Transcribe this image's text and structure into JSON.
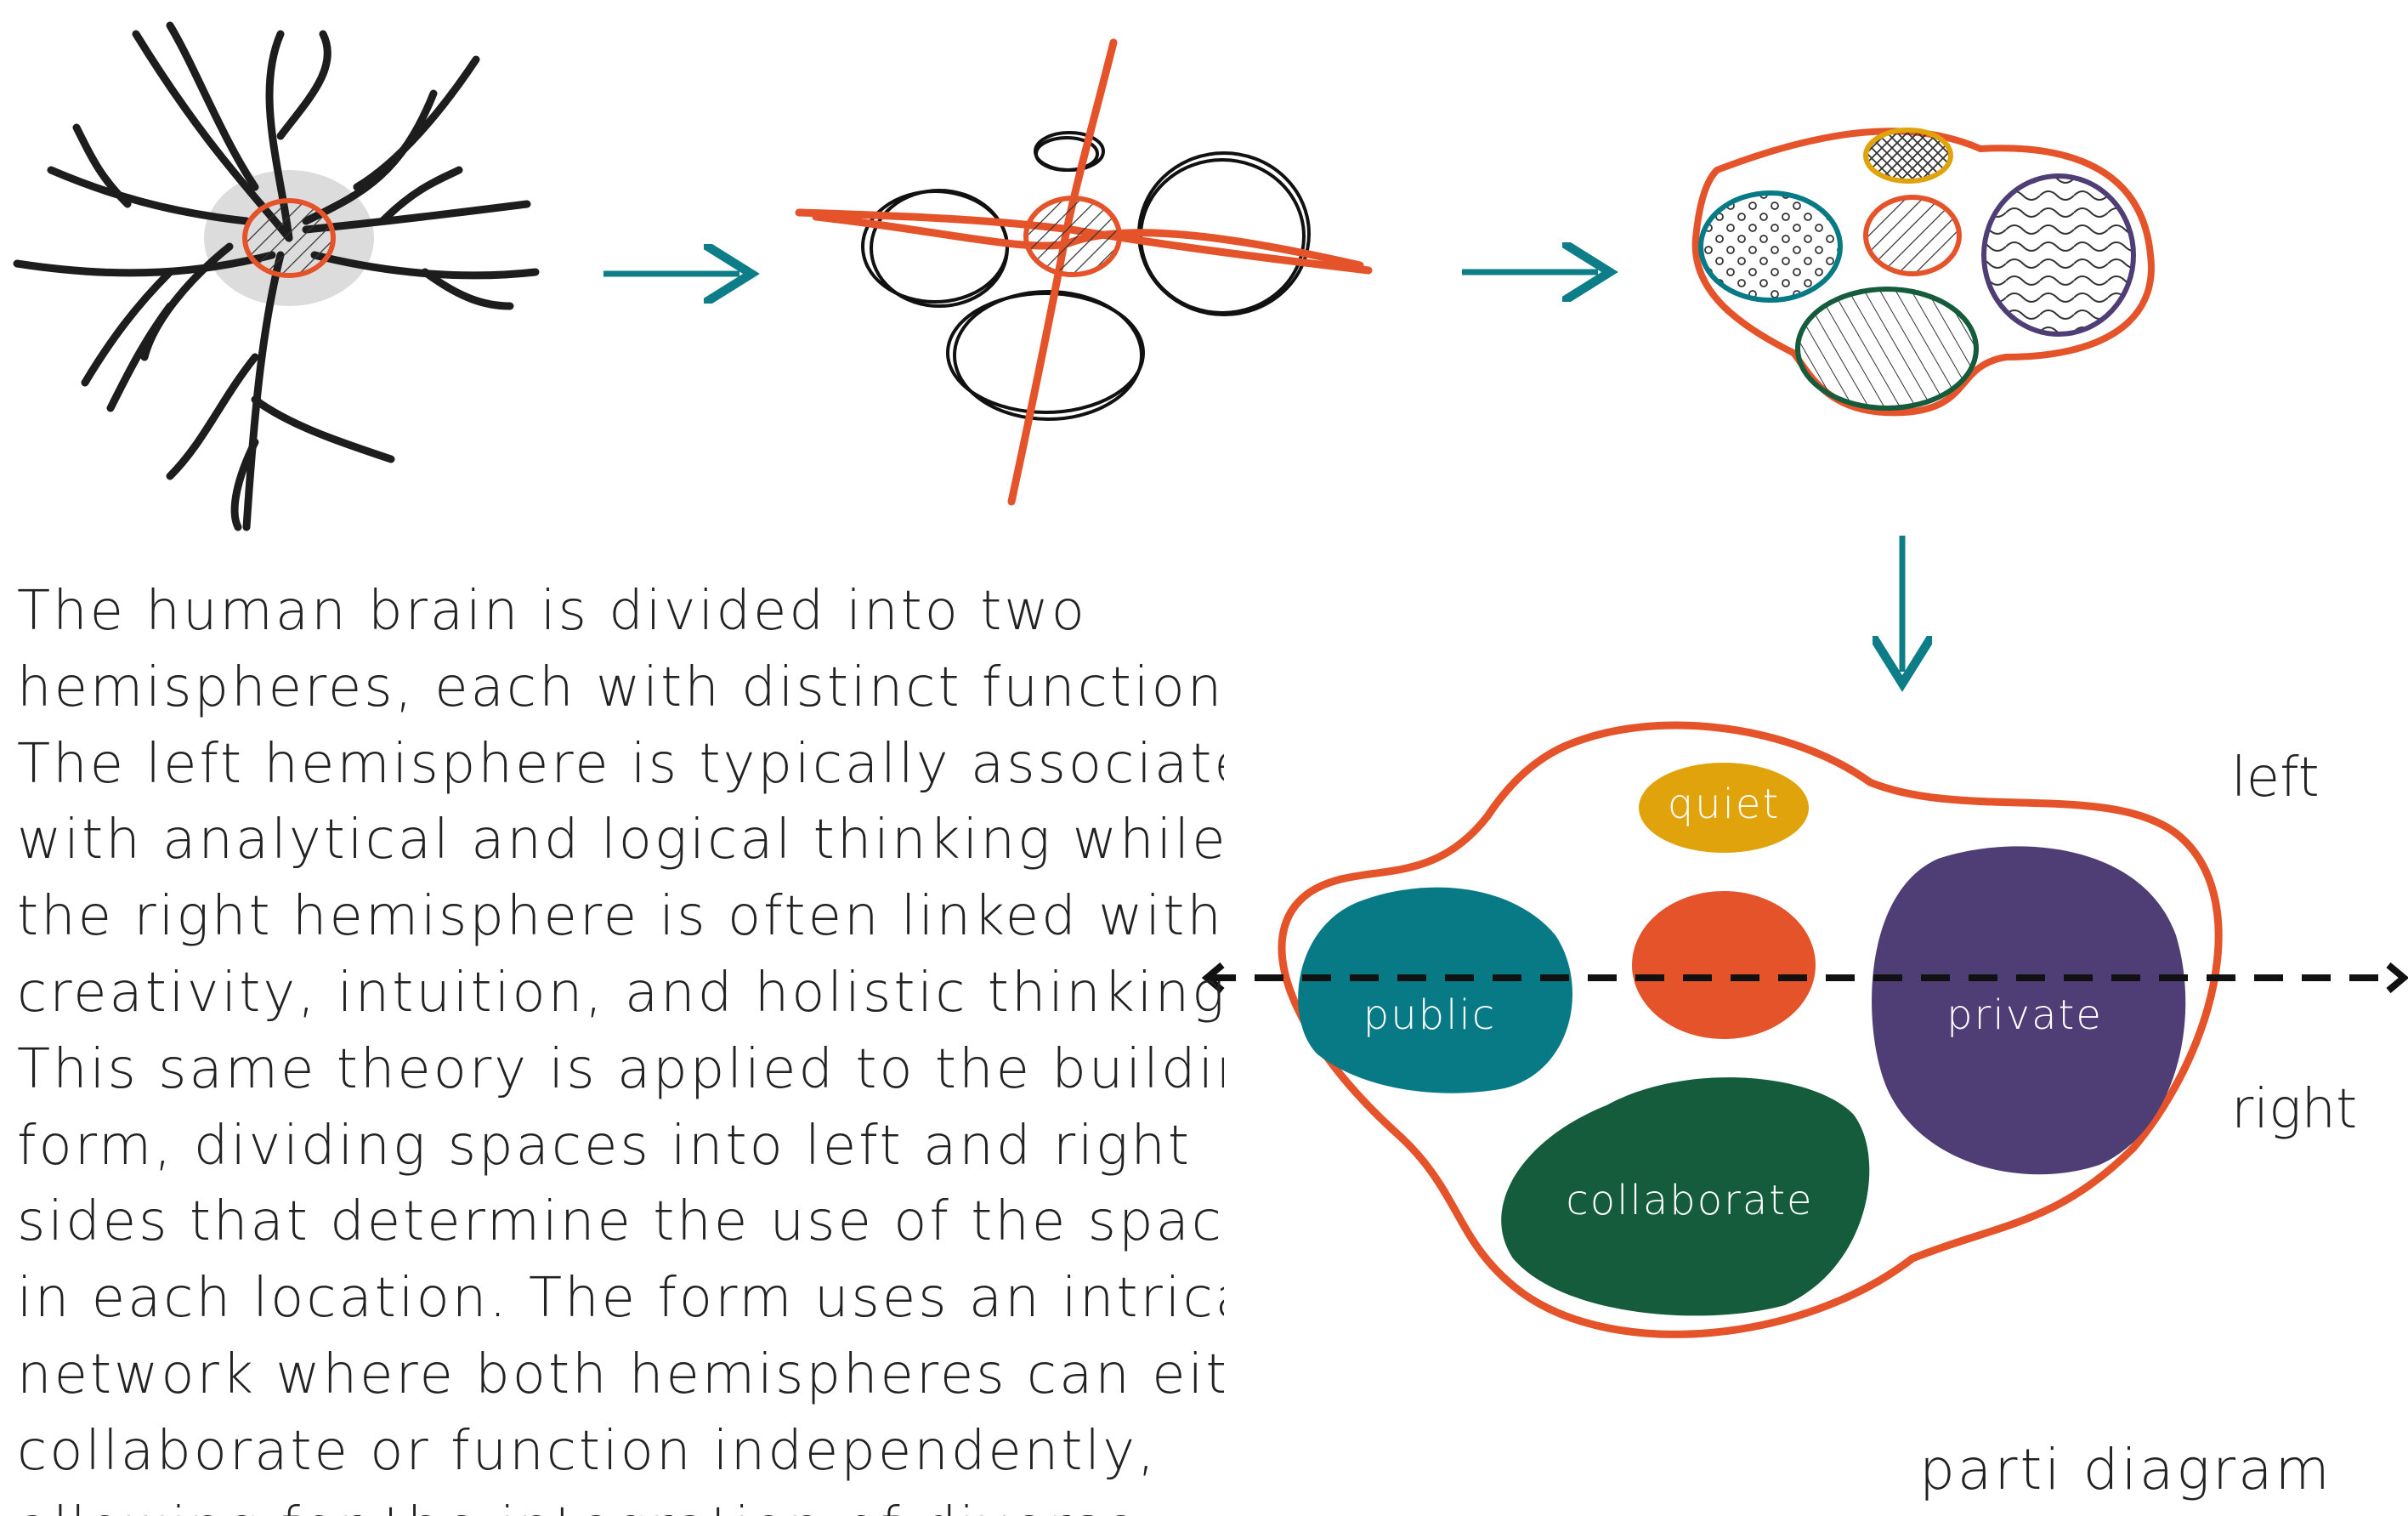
{
  "paragraph_lines": [
    "The human brain is divided into two",
    "hemispheres, each with distinct functions.",
    "The left hemisphere is typically associated",
    "with analytical and logical thinking while",
    "the right hemisphere is often linked with",
    "creativity, intuition, and holistic thinking.",
    "This same theory is applied to the building",
    "form, dividing spaces into left and right",
    "sides that determine the use of the spaces",
    "in each location. The form uses an intricate",
    "network where both hemispheres can either",
    "collaborate or function independently,",
    "allowing for the integration of diverse"
  ],
  "zones": {
    "quiet": "quiet",
    "public": "public",
    "private": "private",
    "collaborate": "collaborate"
  },
  "sides": {
    "left": "left",
    "right": "right"
  },
  "diagram_title": "parti diagram",
  "colors": {
    "accent_orange": "#e5532a",
    "teal": "#077a86",
    "gold": "#e0a30b",
    "purple": "#4f3e76",
    "green": "#145c3c",
    "ink": "#1d1d1d",
    "arrow": "#0d7d88"
  }
}
